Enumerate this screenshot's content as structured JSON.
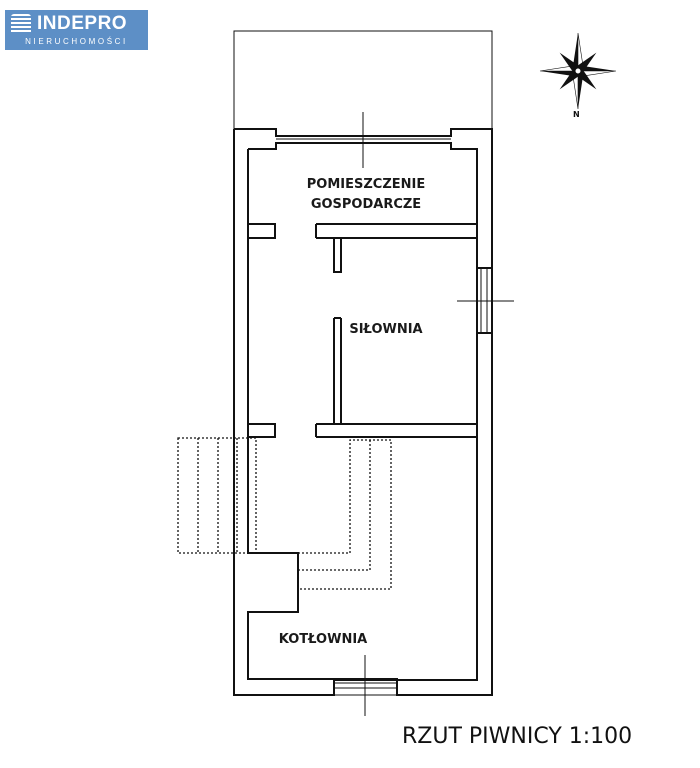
{
  "logo": {
    "name": "INDEPRO",
    "subtitle": "NIERUCHOMOŚCI",
    "colors": {
      "background": "#5d8fc6",
      "text": "#ffffff"
    }
  },
  "compass": {
    "north_label": "N",
    "icon": "compass-rose-icon"
  },
  "rooms": {
    "storage_line1": "POMIESZCZENIE",
    "storage_line2": "GOSPODARCZE",
    "gym": "SIŁOWNIA",
    "boiler_room": "KOTŁOWNIA"
  },
  "plan_title": "RZUT PIWNICY 1:100",
  "colors": {
    "wall": "#ffffff",
    "line": "#111111",
    "paper": "#ffffff"
  }
}
